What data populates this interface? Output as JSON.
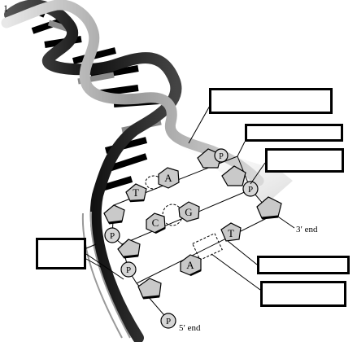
{
  "labels": {
    "corner": "1",
    "three_prime_end": "3′ end",
    "five_prime_end": "5′ end",
    "phosphate": "P"
  },
  "bases": {
    "pair1_left": "T",
    "pair1_right": "A",
    "pair2_left": "C",
    "pair2_right": "G",
    "pair3_left": "A",
    "pair3_right": "T"
  },
  "answer_boxes": [
    "",
    "",
    "",
    "",
    "",
    ""
  ],
  "colors": {
    "strand_dark": "#1a1a1a",
    "strand_mid": "#6e6e6e",
    "strand_light": "#bdbdbd",
    "sugar_fill": "#c9c9c9",
    "phosphate_fill": "#d6d6d6",
    "box_border": "#000000"
  }
}
